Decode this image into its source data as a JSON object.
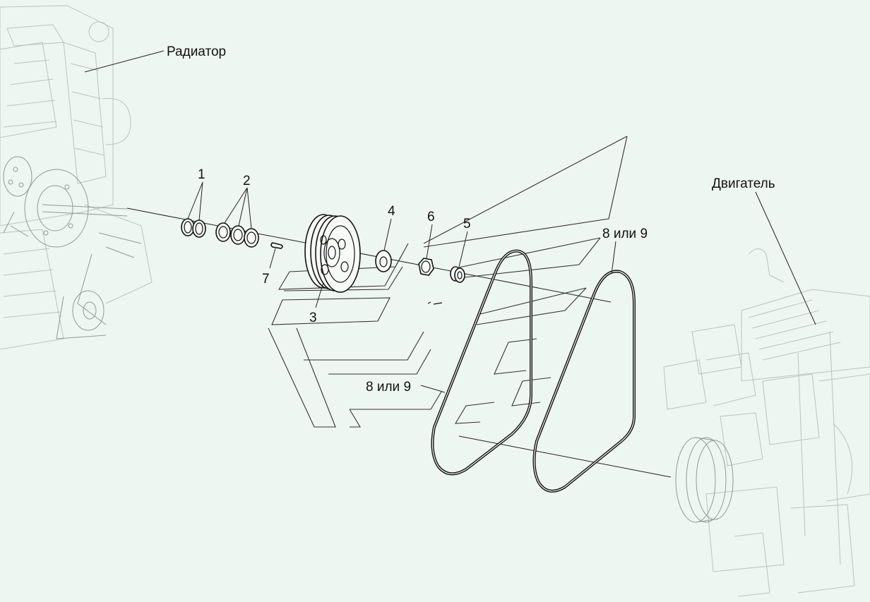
{
  "labels": {
    "radiator": "Радиатор",
    "engine": "Двигатель",
    "part_1": "1",
    "part_2": "2",
    "part_3": "3",
    "part_4": "4",
    "part_5": "5",
    "part_6": "6",
    "part_7": "7",
    "belt_top": "8 или 9",
    "belt_side": "8 или 9"
  },
  "colors": {
    "background": "#eef6f1",
    "line": "#111111",
    "ghost": "#b9c4bd"
  }
}
